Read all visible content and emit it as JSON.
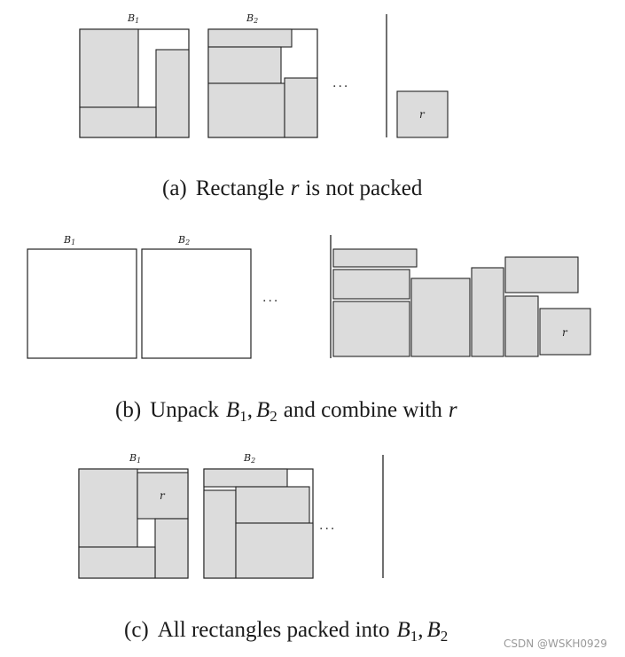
{
  "panel_a": {
    "bin1_label": "B",
    "bin1_sub": "1",
    "bin2_label": "B",
    "bin2_sub": "2",
    "ellipsis": "...",
    "rect_label": "r",
    "caption_tag": "(a)",
    "caption_pre": "Rectangle",
    "caption_var": "r",
    "caption_post": "is not packed"
  },
  "panel_b": {
    "bin1_label": "B",
    "bin1_sub": "1",
    "bin2_label": "B",
    "bin2_sub": "2",
    "ellipsis": "...",
    "rect_label": "r",
    "caption_tag": "(b)",
    "caption_pre": "Unpack",
    "caption_b": "B",
    "caption_sub1": "1",
    "caption_comma": ",",
    "caption_sub2": "2",
    "caption_mid": "and combine with",
    "caption_var": "r"
  },
  "panel_c": {
    "bin1_label": "B",
    "bin1_sub": "1",
    "bin2_label": "B",
    "bin2_sub": "2",
    "ellipsis": "...",
    "rect_label": "r",
    "caption_tag": "(c)",
    "caption_pre": "All rectangles packed into",
    "caption_b": "B",
    "caption_sub1": "1",
    "caption_comma": ",",
    "caption_sub2": "2"
  },
  "watermark": "CSDN @WSKH0929"
}
